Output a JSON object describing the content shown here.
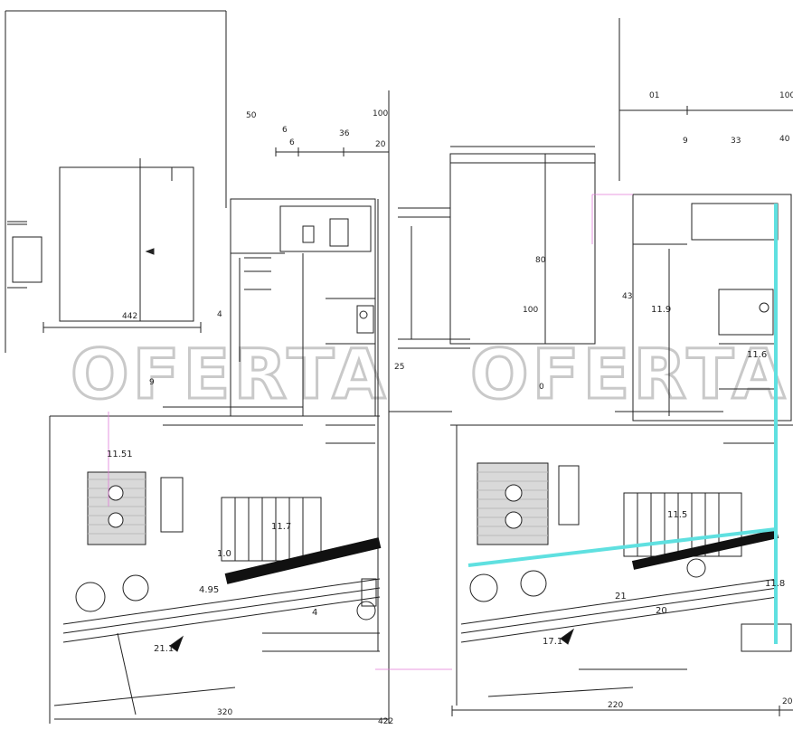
{
  "watermark": {
    "left": "OFERTA",
    "right": "OFERTA"
  },
  "colors": {
    "line": "#222222",
    "highlight": "#5fe0e0",
    "magenta": "#e07ad8",
    "watermark": "#c9c9c9"
  },
  "dimensions": {
    "top_left_1": "50",
    "top_left_2": "100",
    "top_mid_1": "6",
    "top_mid_2": "6",
    "top_mid_3": "36",
    "top_mid_4": "20",
    "left_width": "442",
    "left_side": "4",
    "left_mid": "9",
    "mid_vert": "25",
    "bottom_left": "320",
    "bottom_right_left": "422",
    "right_top_1": "01",
    "right_top_2": "100",
    "right_sub_1": "9",
    "right_sub_2": "33",
    "right_sub_3": "40",
    "right_mid_h": "80",
    "right_mid_v": "100",
    "right_zero": "0",
    "right_side": "43",
    "bottom_right_width": "220",
    "bottom_right_end": "20"
  },
  "areas": {
    "left_room_a": "11.51",
    "left_room_b": "11.7",
    "left_bath": "4.95",
    "left_stair": "1.0",
    "left_small": "4",
    "left_hall": "21.1",
    "right_room_a": "11.9",
    "right_room_b": "11.6",
    "right_room_c": "11.5",
    "right_room_d": "11.8",
    "right_small": "21",
    "right_kitchen": "20",
    "right_hall": "17.1"
  }
}
